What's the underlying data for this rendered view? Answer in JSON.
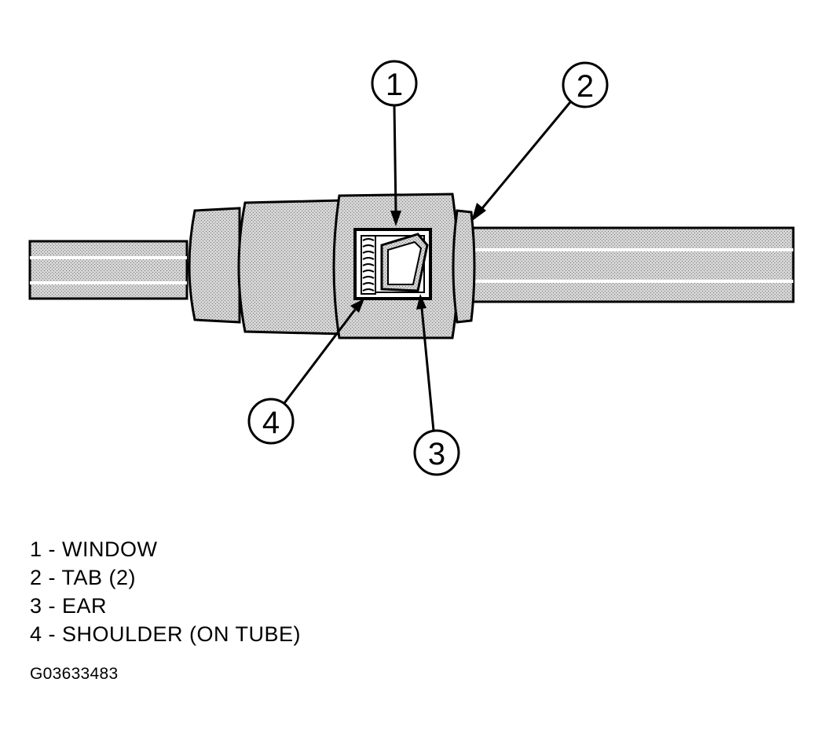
{
  "callouts": [
    {
      "number": "1"
    },
    {
      "number": "2"
    },
    {
      "number": "3"
    },
    {
      "number": "4"
    }
  ],
  "legend": [
    "1 - WINDOW",
    "2 - TAB (2)",
    "3 - EAR",
    "4 - SHOULDER (ON TUBE)"
  ],
  "figure_id": "G03633483",
  "colors": {
    "line": "#000000",
    "shade": "#c9c9c9",
    "background": "#ffffff"
  }
}
